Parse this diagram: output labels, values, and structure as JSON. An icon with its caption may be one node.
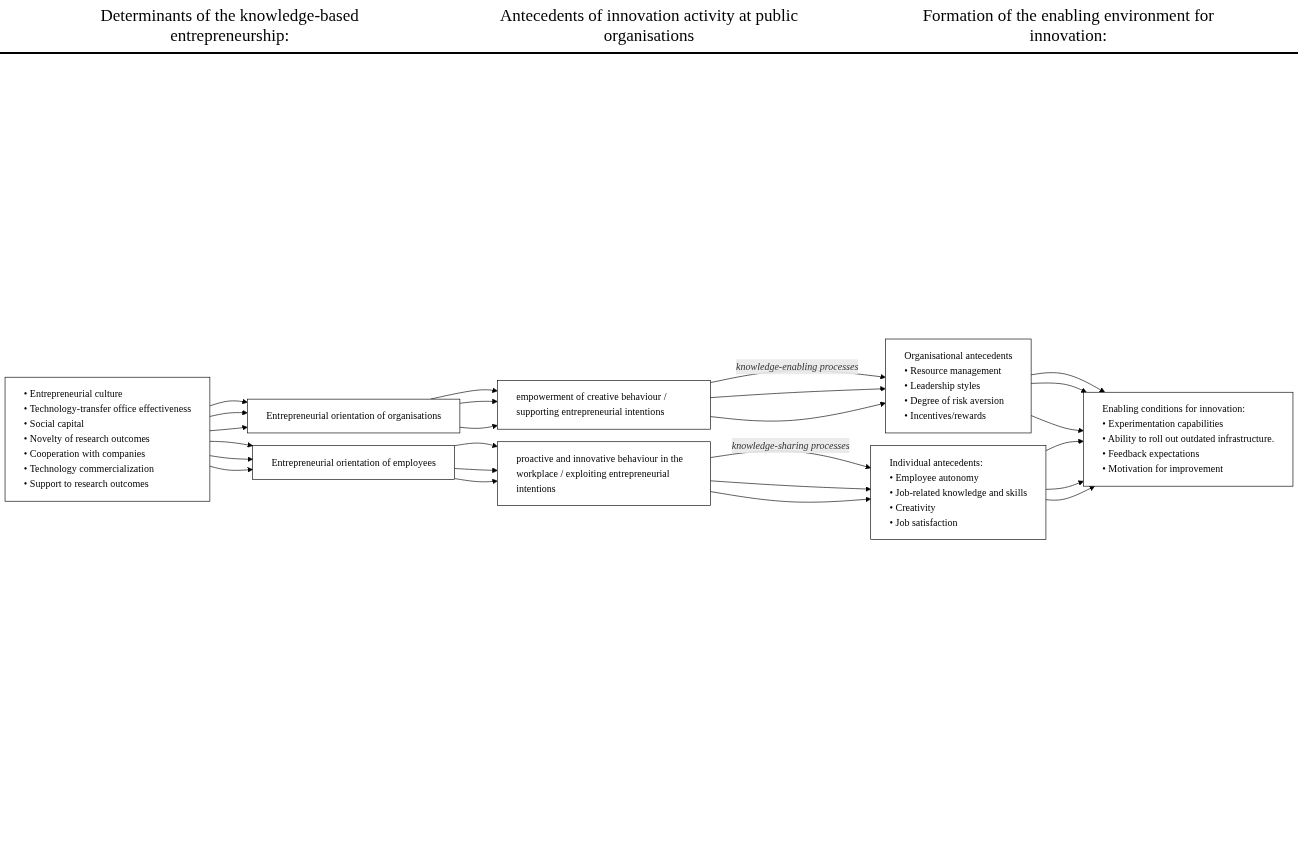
{
  "diagram": {
    "nodes": [
      {
        "text": [
          "Entrepreneurial orientation of organisations"
        ]
      },
      {
        "text": [
          "empowerment of creative behaviour / supporting entrepreneurial intentions"
        ]
      },
      {
        "text": [
          "• Entrepreneurial culture",
          "• Technology-transfer office effectiveness",
          "• Social capital",
          "• Novelty of research outcomes",
          "• Cooperation with companies",
          "• Technology commercialization",
          "• Support to research outcomes"
        ]
      },
      {
        "text": [
          "Organisational antecedents",
          "• Resource management",
          "• Leadership styles",
          "• Degree of risk aversion",
          "• Incentives/rewards"
        ]
      },
      {
        "text": [
          "Individual antecedents:",
          "• Employee autonomy",
          "• Job-related knowledge and skills",
          "• Creativity",
          "• Job satisfaction"
        ]
      },
      {
        "text": [
          "Enabling conditions for innovation:",
          "• Experimentation capabilities",
          "• Ability to roll out outdated infrastructure.",
          "• Feedback expectations",
          "• Motivation for improvement"
        ]
      },
      {
        "text": [
          "Entrepreneurial orientation of employees"
        ]
      },
      {
        "text": [
          "proactive and innovative behaviour in the workplace / exploiting entrepreneurial intentions"
        ]
      }
    ],
    "edges": [
      {
        "from": 0,
        "to": 1,
        "arrow": "to"
      },
      {
        "from": 0,
        "to": 1,
        "arrow": "to"
      },
      {
        "from": 0,
        "to": 1,
        "arrow": "to"
      },
      {
        "from": 2,
        "to": 0,
        "arrow": "to"
      },
      {
        "from": 2,
        "to": 0,
        "arrow": "to"
      },
      {
        "from": 2,
        "to": 0,
        "arrow": "to"
      },
      {
        "from": 1,
        "to": 3,
        "arrow": "to",
        "label": "knowledge-enabling processes"
      },
      {
        "from": 1,
        "to": 3,
        "arrow": "to"
      },
      {
        "from": 1,
        "to": 3,
        "arrow": "to"
      },
      {
        "from": 3,
        "to": 5,
        "arrow": "to"
      },
      {
        "from": 3,
        "to": 5,
        "arrow": "to"
      },
      {
        "from": 3,
        "to": 5,
        "arrow": "to"
      },
      {
        "from": 2,
        "to": 6,
        "arrow": "to"
      },
      {
        "from": 2,
        "to": 6,
        "arrow": "to"
      },
      {
        "from": 2,
        "to": 6,
        "arrow": "to"
      },
      {
        "from": 6,
        "to": 7,
        "arrow": "to"
      },
      {
        "from": 6,
        "to": 7,
        "arrow": "to"
      },
      {
        "from": 6,
        "to": 7,
        "arrow": "to"
      },
      {
        "from": 7,
        "to": 4,
        "arrow": "to",
        "label": "knowledge-sharing processes"
      },
      {
        "from": 7,
        "to": 4,
        "arrow": "to"
      },
      {
        "from": 7,
        "to": 4,
        "arrow": "to"
      },
      {
        "from": 4,
        "to": 5,
        "arrow": "to"
      },
      {
        "from": 4,
        "to": 5,
        "arrow": "to"
      },
      {
        "from": 4,
        "to": 5,
        "arrow": "to"
      }
    ],
    "labels": [
      "Determinants of the knowledge-based entrepreneurship:",
      "Antecedents of innovation activity at public organisations",
      "Formation of the enabling environment for innovation:"
    ]
  }
}
